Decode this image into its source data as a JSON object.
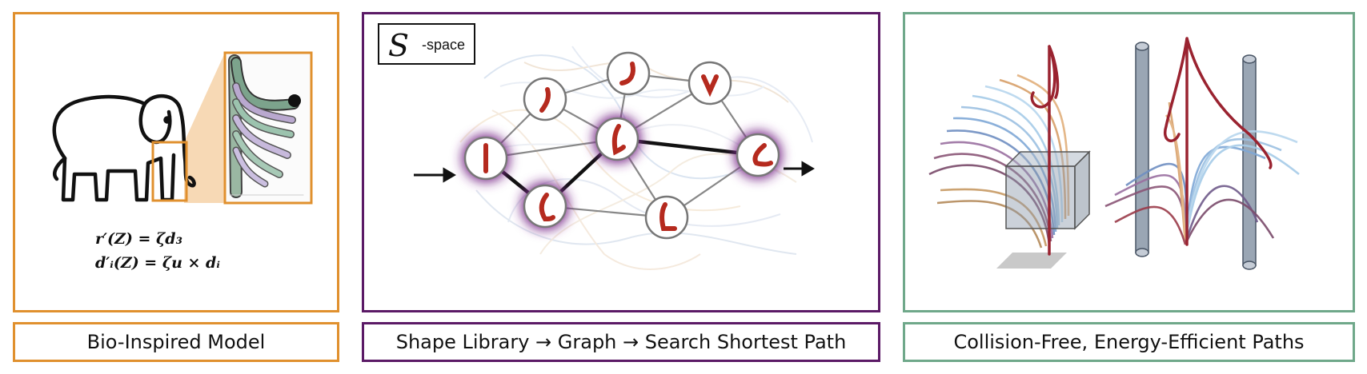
{
  "colors": {
    "orange": "#e0902e",
    "purple": "#5b1a66",
    "green": "#6fa88a",
    "curve_red": "#b52a1e"
  },
  "panels": {
    "left": {
      "caption": "Bio-Inspired Model",
      "eq1": {
        "lhs": "r′(Z) = ζ",
        "rhs": "d₃"
      },
      "eq2": {
        "lhs": "d′ᵢ(Z) = ζ",
        "rhs": "u × dᵢ"
      }
    },
    "middle": {
      "caption": "Shape Library → Graph → Search Shortest Path",
      "space_symbol": "S",
      "space_suffix": "-space"
    },
    "right": {
      "caption": "Collision-Free, Energy-Efficient Paths"
    }
  },
  "icons": [
    "elephant-icon",
    "arrow-right-icon"
  ]
}
